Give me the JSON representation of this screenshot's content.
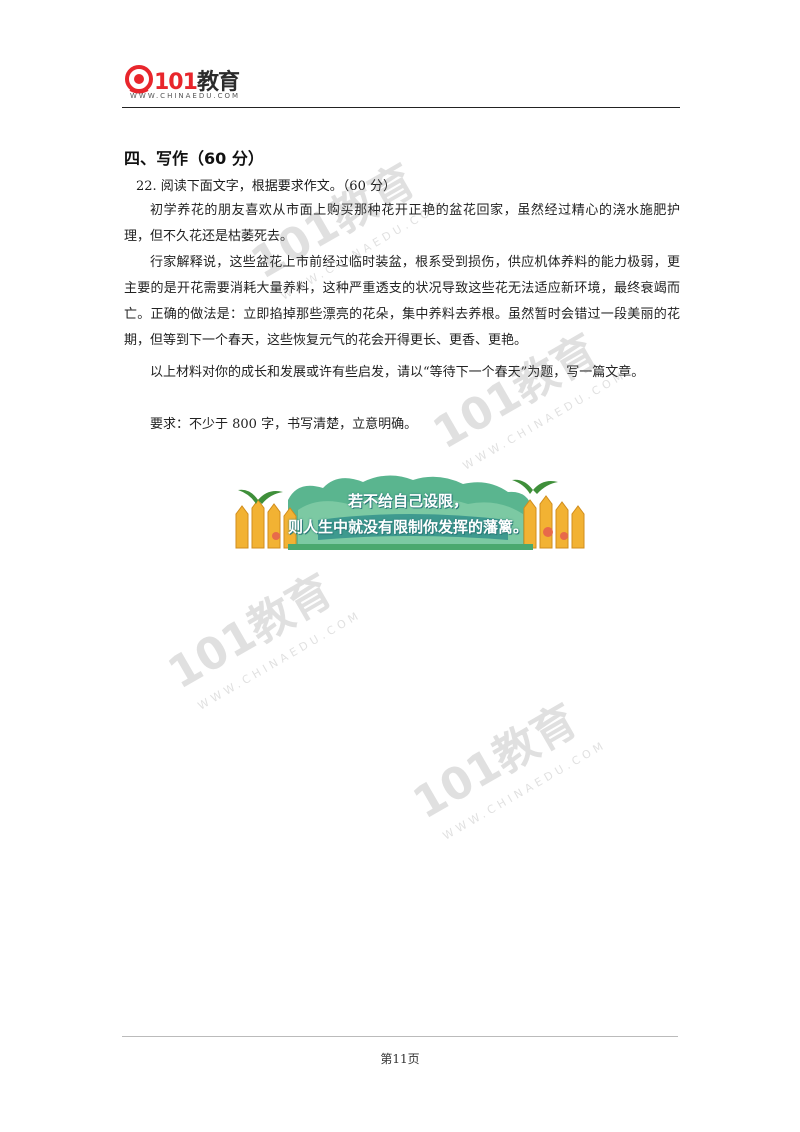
{
  "header": {
    "brand": "101教育",
    "brand_number": "101",
    "brand_word": "教育",
    "url": "WWW.CHINAEDU.COM",
    "accent": "#e8262c"
  },
  "section": {
    "title": "四、写作（60 分）"
  },
  "question": {
    "prompt": "22. 阅读下面文字，根据要求作文。（60 分）",
    "paragraphs": [
      "初学养花的朋友喜欢从市面上购买那种花开正艳的盆花回家，虽然经过精心的浇水施肥护理，但不久花还是枯萎死去。",
      "行家解释说，这些盆花上市前经过临时装盆，根系受到损伤，供应机体养料的能力极弱，更主要的是开花需要消耗大量养料，这种严重透支的状况导致这些花无法适应新环境，最终衰竭而亡。正确的做法是：立即掐掉那些漂亮的花朵，集中养料去养根。虽然暂时会错过一段美丽的花期，但等到下一个春天，这些恢复元气的花会开得更长、更香、更艳。",
      "以上材料对你的成长和发展或许有些启发，请以“等待下一个春天”为题，写一篇文章。",
      "要求：不少于 800 字，书写清楚，立意明确。"
    ]
  },
  "banner": {
    "line1": "若不给自己设限，",
    "line2": "则人生中就没有限制你发挥的藩篱。"
  },
  "watermark": {
    "brand": "101教育",
    "url": "WWW.CHINAEDU.COM"
  },
  "footer": {
    "page_label": "第11页"
  }
}
